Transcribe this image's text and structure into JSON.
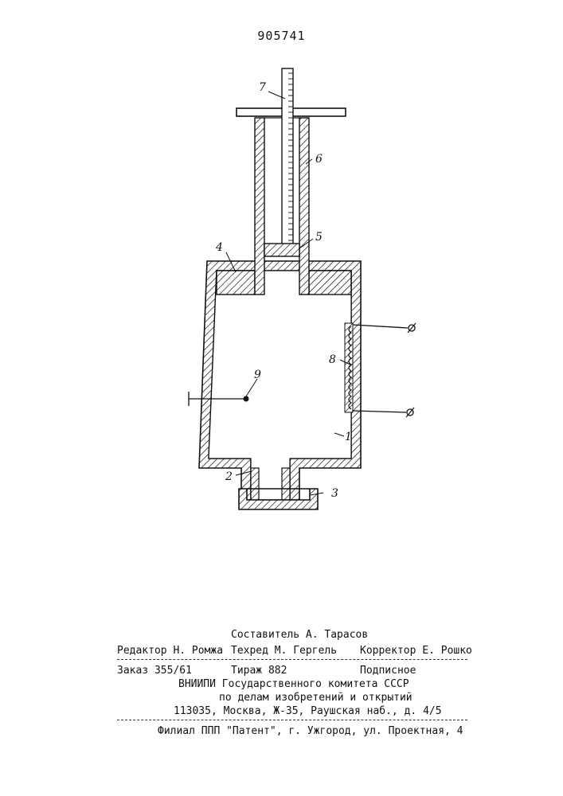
{
  "patent_number": "905741",
  "figure_labels": {
    "n1": "1",
    "n2": "2",
    "n3": "3",
    "n4": "4",
    "n5": "5",
    "n6": "6",
    "n7": "7",
    "n8": "8",
    "n9": "9"
  },
  "imprint": {
    "compiler": "Составитель А. Тарасов",
    "editor": "Редактор Н. Ромжа",
    "techred": "Техред  М. Гергель",
    "corrector": "Корректор Е. Рошко",
    "order": "Заказ  355/61",
    "circulation": "Тираж  882",
    "subscription": "Подписное",
    "org1": "ВНИИПИ Государственного комитета СССР",
    "org2": "по делам изобретений и открытий",
    "address": "113035, Москва, Ж-35, Раушская наб., д. 4/5",
    "branch": "Филиал ППП \"Патент\", г. Ужгород, ул. Проектная, 4"
  }
}
